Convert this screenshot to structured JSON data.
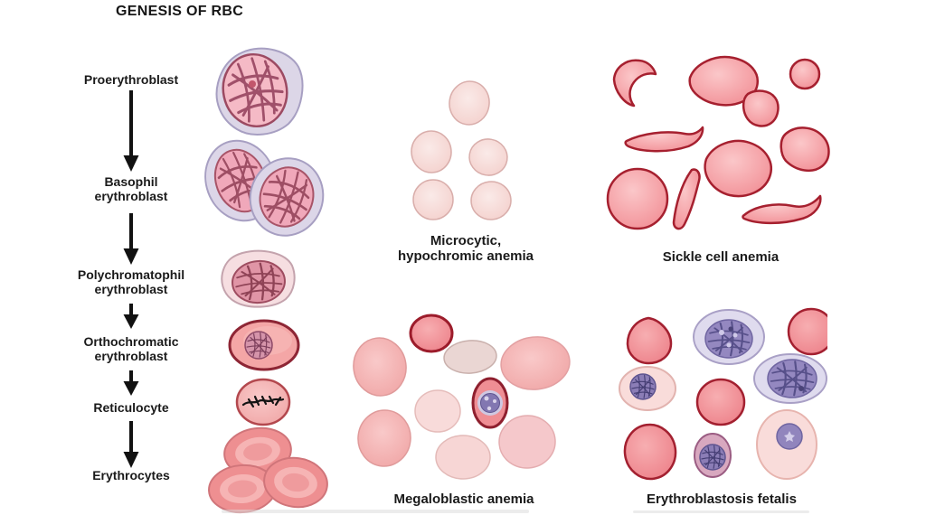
{
  "title": "GENESIS OF RBC",
  "genesis_stages": [
    {
      "id": "proerythroblast",
      "label": "Proerythroblast"
    },
    {
      "id": "basophil-erythroblast",
      "label": "Basophil\nerythroblast"
    },
    {
      "id": "polychromatophil-erythroblast",
      "label": "Polychromatophil\nerythroblast"
    },
    {
      "id": "orthochromatic-erythroblast",
      "label": "Orthochromatic\nerythroblast"
    },
    {
      "id": "reticulocyte",
      "label": "Reticulocyte"
    },
    {
      "id": "erythrocytes",
      "label": "Erythrocytes"
    }
  ],
  "anemia_panels": [
    {
      "id": "microcytic",
      "label": "Microcytic,\nhypochromic anemia"
    },
    {
      "id": "sickle",
      "label": "Sickle cell anemia"
    },
    {
      "id": "megaloblastic",
      "label": "Megaloblastic anemia"
    },
    {
      "id": "erythroblastosis",
      "label": "Erythroblastosis fetalis"
    }
  ],
  "colors": {
    "background": "#ffffff",
    "text": "#1a1a1a",
    "lavender_cytoplasm": "#dcd6e8",
    "lavender_outline": "#a79fc2",
    "pink_nucleus": "#f0a8ba",
    "nucleus_mesh": "#9e4e64",
    "red_cell": "#ee8f91",
    "dark_red_outline": "#a6202f",
    "pale_cell": "#f3cdc9",
    "purple_nucleus": "#8b7db6",
    "reticulum": "#141414"
  }
}
